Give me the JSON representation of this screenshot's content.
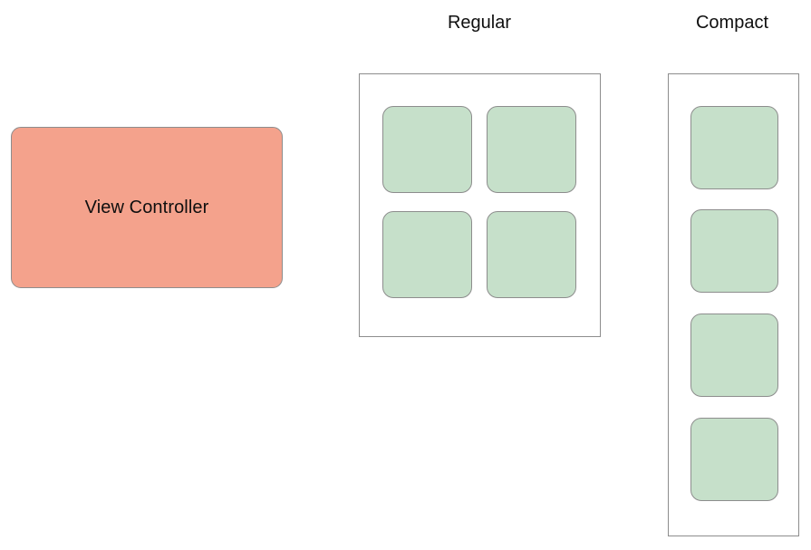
{
  "diagram": {
    "title": "",
    "background_color": "#ffffff",
    "palette": {
      "node_fill": "#f4a28c",
      "tile_fill": "#c6e0ca",
      "stroke": "#8d8d8d",
      "text": "#0f0f0f"
    }
  },
  "view_controller": {
    "label": "View Controller"
  },
  "sections": [
    {
      "key": "regular",
      "title": "Regular",
      "layout": "grid",
      "columns": 2,
      "rows": 2,
      "tile_count": 4,
      "tiles": [
        {
          "id": "regular-tile-1",
          "row": 0,
          "col": 0
        },
        {
          "id": "regular-tile-2",
          "row": 0,
          "col": 1
        },
        {
          "id": "regular-tile-3",
          "row": 1,
          "col": 0
        },
        {
          "id": "regular-tile-4",
          "row": 1,
          "col": 1
        }
      ]
    },
    {
      "key": "compact",
      "title": "Compact",
      "layout": "stack",
      "columns": 1,
      "rows": 4,
      "tile_count": 4,
      "tiles": [
        {
          "id": "compact-tile-1",
          "row": 0,
          "col": 0
        },
        {
          "id": "compact-tile-2",
          "row": 1,
          "col": 0
        },
        {
          "id": "compact-tile-3",
          "row": 2,
          "col": 0
        },
        {
          "id": "compact-tile-4",
          "row": 3,
          "col": 0
        }
      ]
    }
  ]
}
